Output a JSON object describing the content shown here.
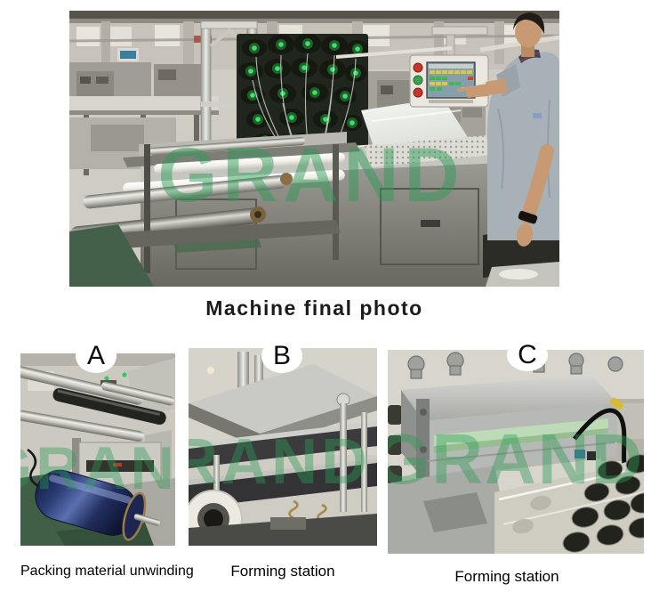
{
  "watermark": {
    "text": "GRAND",
    "color": "#2E9B57"
  },
  "main_photo": {
    "caption": "Machine final photo"
  },
  "sub_photos": [
    {
      "label": "A",
      "caption": "Packing material unwinding"
    },
    {
      "label": "B",
      "caption": "Forming station"
    },
    {
      "label": "C",
      "caption": "Forming station"
    }
  ],
  "colors": {
    "background": "#ffffff",
    "caption_text": "#1b1b1b",
    "sub_caption_text": "#000000",
    "watermark_green": "#2E9B57"
  }
}
